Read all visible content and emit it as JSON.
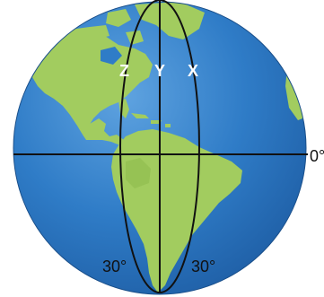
{
  "labels": {
    "z": "Z",
    "y": "Y",
    "x": "X",
    "equator": "0°",
    "left_angle": "30°",
    "right_angle": "30°"
  },
  "colors": {
    "ocean": "#2f7cc7",
    "ocean_light": "#5fa3e0",
    "land": "#a2cc5f",
    "land_dark": "#8dbb4c",
    "line": "#111111",
    "label_light": "#ffffff",
    "label_dark": "#111111"
  }
}
